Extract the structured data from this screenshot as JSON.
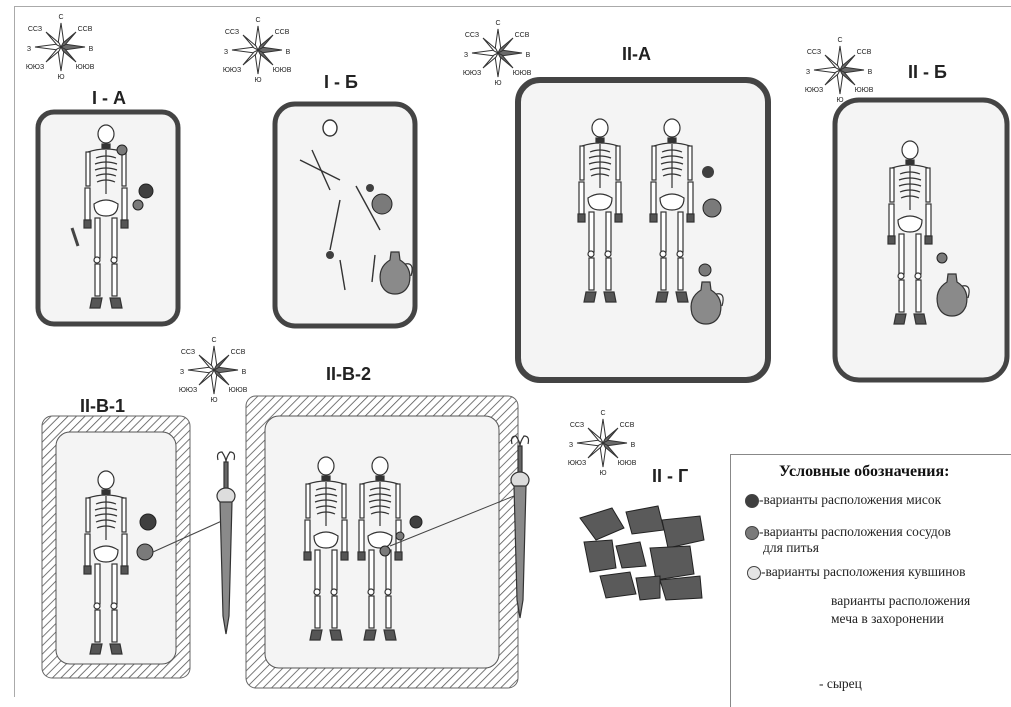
{
  "panels": {
    "i_a": "I - А",
    "i_b": "I - Б",
    "ii_a": "II-А",
    "ii_b": "II - Б",
    "ii_v1": "II-В-1",
    "ii_v2": "II-В-2",
    "ii_g": "II - Г"
  },
  "compass": {
    "n": "С",
    "s": "Ю",
    "e": "В",
    "w": "З",
    "nne": "ССВ",
    "nnw": "ССЗ",
    "sse": "ЮЮВ",
    "ssw": "ЮЮЗ"
  },
  "legend": {
    "title": "Условные обозначения:",
    "bowls": "-варианты расположения мисок",
    "drink_1": "-варианты расположения сосудов",
    "drink_2": "для питья",
    "jugs": "-варианты расположения кувшинов",
    "sword_1": "варианты расположения",
    "sword_2": "меча в захоронении",
    "brick": "- сырец"
  },
  "colors": {
    "bowl": "#3f3f3f",
    "drink": "#7a7a7a",
    "jug": "#e4e4e4",
    "pit": "#f4f4f4",
    "border": "#444444"
  }
}
